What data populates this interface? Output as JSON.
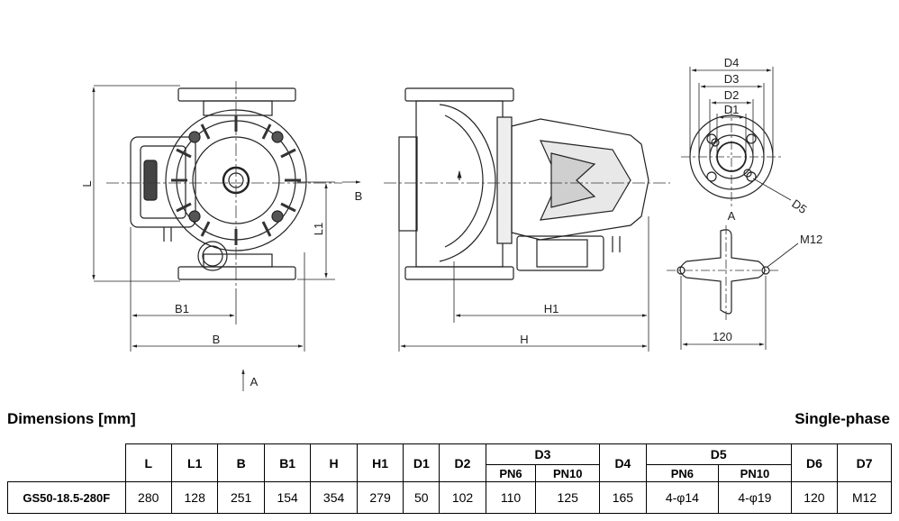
{
  "drawing": {
    "labels": {
      "L": "L",
      "L1": "L1",
      "B1": "B1",
      "B": "B",
      "B_arrow": "B",
      "A_bottom": "A",
      "H": "H",
      "H1": "H1",
      "D4": "D4",
      "D3": "D3",
      "D2": "D2",
      "D1": "D1",
      "D5": "D5",
      "A_flange": "A",
      "M12": "M12",
      "dim_120": "120"
    }
  },
  "section": {
    "title": "Dimensions [mm]",
    "subtitle": "Single-phase"
  },
  "table": {
    "headers": {
      "L": "L",
      "L1": "L1",
      "B": "B",
      "B1": "B1",
      "H": "H",
      "H1": "H1",
      "D1": "D1",
      "D2": "D2",
      "D3": "D3",
      "D4": "D4",
      "D5": "D5",
      "D6": "D6",
      "D7": "D7",
      "D3_pn6": "PN6",
      "D3_pn10": "PN10",
      "D5_pn6": "PN6",
      "D5_pn10": "PN10"
    },
    "row": {
      "model": "GS50-18.5-280F",
      "L": "280",
      "L1": "128",
      "B": "251",
      "B1": "154",
      "H": "354",
      "H1": "279",
      "D1": "50",
      "D2": "102",
      "D3_pn6": "110",
      "D3_pn10": "125",
      "D4": "165",
      "D5_pn6": "4-φ14",
      "D5_pn10": "4-φ19",
      "D6": "120",
      "D7": "M12"
    }
  }
}
